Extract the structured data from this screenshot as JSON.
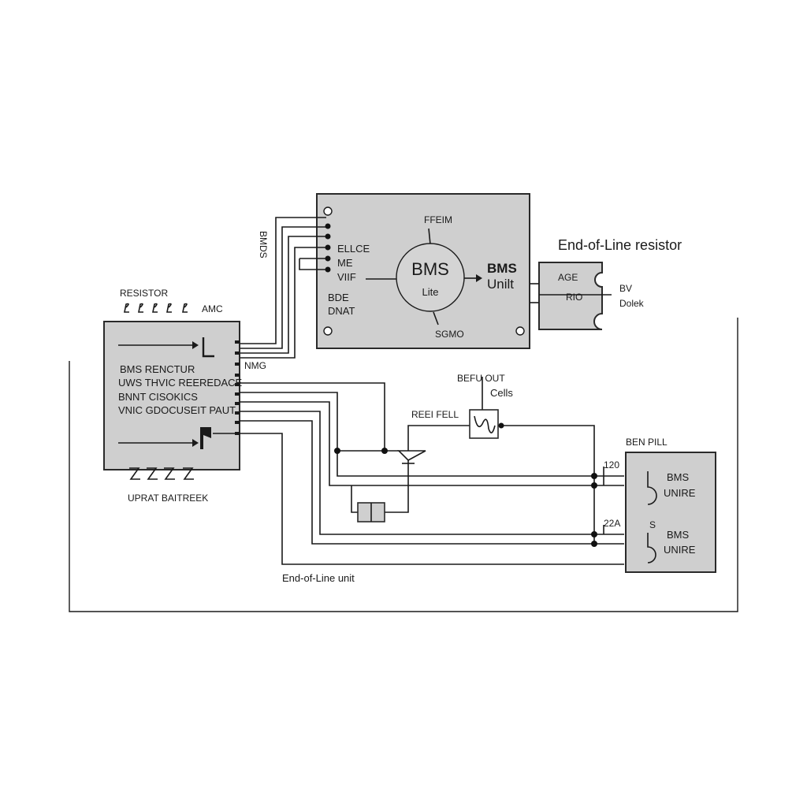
{
  "top_bms": {
    "pins_label": "BMDS",
    "inputs": [
      "ELLCE",
      "ME",
      "VIIF"
    ],
    "bottom_left": [
      "BDE",
      "DNAT"
    ],
    "top_label": "FFEIM",
    "bottom_label": "SGMO",
    "center_title": "BMS",
    "center_sub": "Lite",
    "output_title": "BMS",
    "output_sub": "Unilt"
  },
  "eol_resistor": {
    "title": "End-of-Line resistor",
    "pins": [
      "AGE",
      "RIO"
    ],
    "outputs": [
      "BV",
      "Dolek"
    ]
  },
  "left_module": {
    "top_label": "RESISTOR",
    "top_right_label": "AMC",
    "lines": [
      "BMS RENCTUR",
      "UWS THVIC REEREDACE",
      "BNNT CISOKICS",
      "VNIC GDOCUSEIT PAUT"
    ],
    "bottom_label": "UPRAT BAITREEK",
    "side_label": "NMG"
  },
  "middle": {
    "cells_label_1": "BEFU OUT",
    "cells_label_2": "Cells",
    "rest_label": "REEI FELL"
  },
  "right_module": {
    "top_label": "BEN PILL",
    "line_labels": [
      "120",
      "22A"
    ],
    "unit1": [
      "BMS",
      "UNIRE"
    ],
    "unit2": [
      "BMS",
      "UNIRE"
    ],
    "switch_label": "S"
  },
  "eol_unit_label": "End-of-Line unit"
}
